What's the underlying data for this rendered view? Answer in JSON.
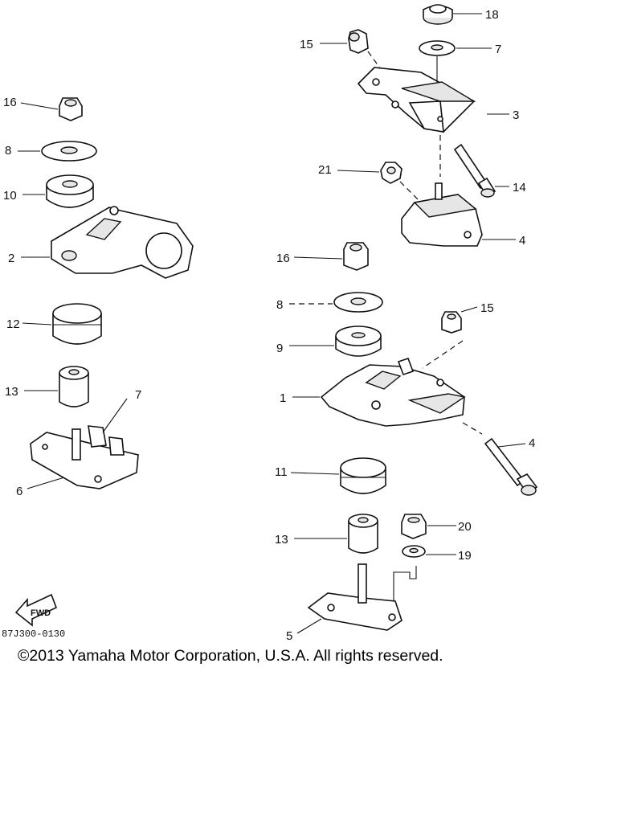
{
  "figure_code": "87J300-0130",
  "copyright": "©2013 Yamaha Motor Corporation, U.S.A. All rights reserved.",
  "fwd_label": "FWD",
  "callouts": {
    "c18": "18",
    "c15a": "15",
    "c7a": "7",
    "c3": "3",
    "c16a": "16",
    "c8a": "8",
    "c10": "10",
    "c2": "2",
    "c21": "21",
    "c14": "14",
    "c4a": "4",
    "c16b": "16",
    "c8b": "8",
    "c15b": "15",
    "c12": "12",
    "c9": "9",
    "c13a": "13",
    "c7b": "7",
    "c1": "1",
    "c6": "6",
    "c4b": "4",
    "c11": "11",
    "c20": "20",
    "c13b": "13",
    "c19": "19",
    "c5": "5"
  }
}
